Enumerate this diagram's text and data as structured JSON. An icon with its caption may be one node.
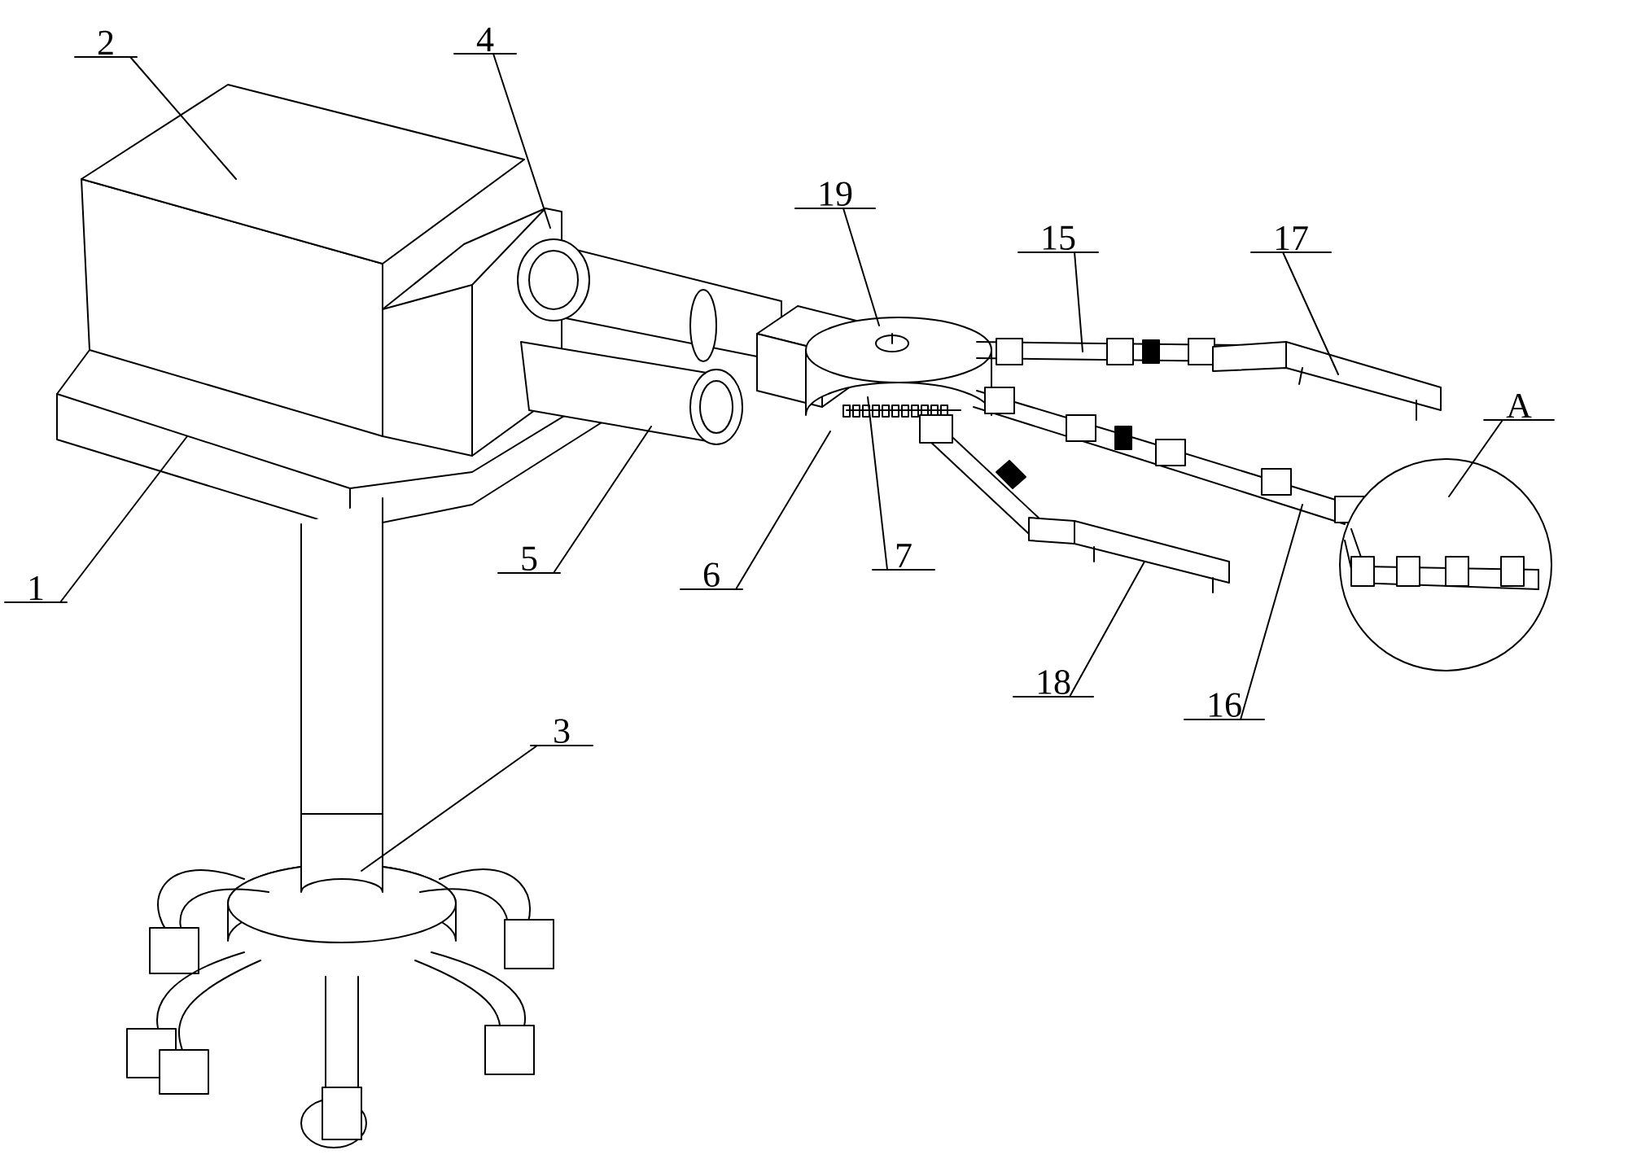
{
  "diagram": {
    "nodes": [
      {
        "text": [
          "2"
        ]
      },
      {
        "text": [
          "4"
        ]
      },
      {
        "text": [
          "19"
        ]
      },
      {
        "text": [
          "15"
        ]
      },
      {
        "text": [
          "17"
        ]
      },
      {
        "text": [
          "A"
        ]
      },
      {
        "text": [
          "1"
        ]
      },
      {
        "text": [
          "5"
        ]
      },
      {
        "text": [
          "6"
        ]
      },
      {
        "text": [
          "7"
        ]
      },
      {
        "text": [
          "18"
        ]
      },
      {
        "text": [
          "16"
        ]
      },
      {
        "text": [
          "3"
        ]
      }
    ],
    "edges": [
      {
        "from": 0,
        "to": null,
        "arrow": "none"
      },
      {
        "from": 1,
        "to": null,
        "arrow": "none"
      },
      {
        "from": 2,
        "to": null,
        "arrow": "none"
      },
      {
        "from": 3,
        "to": null,
        "arrow": "none"
      },
      {
        "from": 4,
        "to": null,
        "arrow": "none"
      },
      {
        "from": 5,
        "to": null,
        "arrow": "none"
      },
      {
        "from": 6,
        "to": null,
        "arrow": "none"
      },
      {
        "from": 7,
        "to": null,
        "arrow": "none"
      },
      {
        "from": 8,
        "to": null,
        "arrow": "none"
      },
      {
        "from": 9,
        "to": null,
        "arrow": "none"
      },
      {
        "from": 10,
        "to": null,
        "arrow": "none"
      },
      {
        "from": 11,
        "to": null,
        "arrow": "none"
      },
      {
        "from": 12,
        "to": null,
        "arrow": "none"
      }
    ]
  }
}
